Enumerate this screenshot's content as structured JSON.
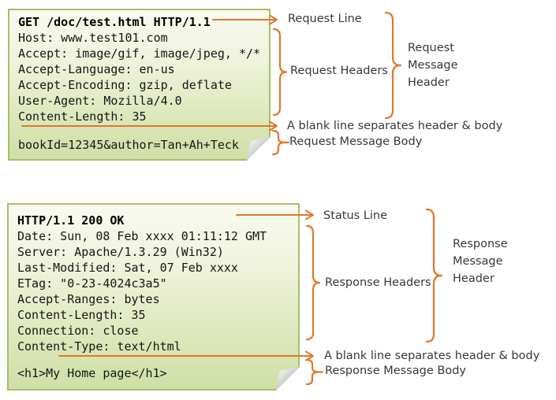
{
  "request_note": {
    "request_line": "GET /doc/test.html HTTP/1.1",
    "headers": [
      "Host: www.test101.com",
      "Accept: image/gif, image/jpeg, */*",
      "Accept-Language: en-us",
      "Accept-Encoding: gzip, deflate",
      "User-Agent: Mozilla/4.0",
      "Content-Length: 35"
    ],
    "body": "bookId=12345&author=Tan+Ah+Teck"
  },
  "response_note": {
    "status_line": "HTTP/1.1 200 OK",
    "headers": [
      "Date: Sun, 08 Feb xxxx 01:11:12 GMT",
      "Server: Apache/1.3.29 (Win32)",
      "Last-Modified: Sat, 07 Feb xxxx",
      "ETag: \"0-23-4024c3a5\"",
      "Accept-Ranges: bytes",
      "Content-Length: 35",
      "Connection: close",
      "Content-Type: text/html"
    ],
    "body": "<h1>My Home page</h1>"
  },
  "annotations": {
    "request": {
      "line_label": "Request Line",
      "headers_label": "Request Headers",
      "message_header_lines": [
        "Request",
        "Message",
        "Header"
      ],
      "blank_line_label": "A blank line separates header & body",
      "body_label": "Request Message Body"
    },
    "response": {
      "status_label": "Status Line",
      "headers_label": "Response Headers",
      "message_header_lines": [
        "Response",
        "Message",
        "Header"
      ],
      "blank_line_label": "A blank line separates header & body",
      "body_label": "Response Message Body"
    }
  },
  "colors": {
    "accent_orange": "#e0772b",
    "note_border_green": "#a8be6c",
    "note_fill_top": "#f9faf0",
    "note_fill_bottom": "#d2dfa8",
    "code_text": "#161616",
    "label_text": "#38383c",
    "fold_gray": "#b4b4b0"
  }
}
